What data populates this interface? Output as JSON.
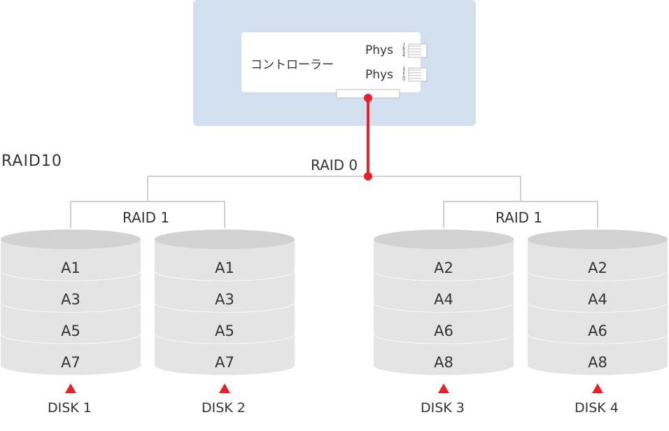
{
  "title": "RAID10",
  "controller": {
    "label": "コントローラー",
    "ports": [
      {
        "label": "Phys",
        "numbers": [
          "7",
          "6",
          "5",
          "4"
        ]
      },
      {
        "label": "Phys",
        "numbers": [
          "3",
          "2",
          "1",
          "0"
        ]
      }
    ]
  },
  "raid0_label": "RAID 0",
  "mirrors": [
    {
      "label": "RAID 1",
      "disks": [
        {
          "name": "DISK 1",
          "blocks": [
            "A1",
            "A3",
            "A5",
            "A7"
          ]
        },
        {
          "name": "DISK 2",
          "blocks": [
            "A1",
            "A3",
            "A5",
            "A7"
          ]
        }
      ]
    },
    {
      "label": "RAID 1",
      "disks": [
        {
          "name": "DISK 3",
          "blocks": [
            "A2",
            "A4",
            "A6",
            "A8"
          ]
        },
        {
          "name": "DISK 4",
          "blocks": [
            "A2",
            "A4",
            "A6",
            "A8"
          ]
        }
      ]
    }
  ],
  "colors": {
    "panel": "#d3e0ef",
    "accent": "#e8202a",
    "disk_top": "#d2d2d2",
    "disk_side": "#e4e4e4",
    "lines": "#cfcfcf"
  }
}
